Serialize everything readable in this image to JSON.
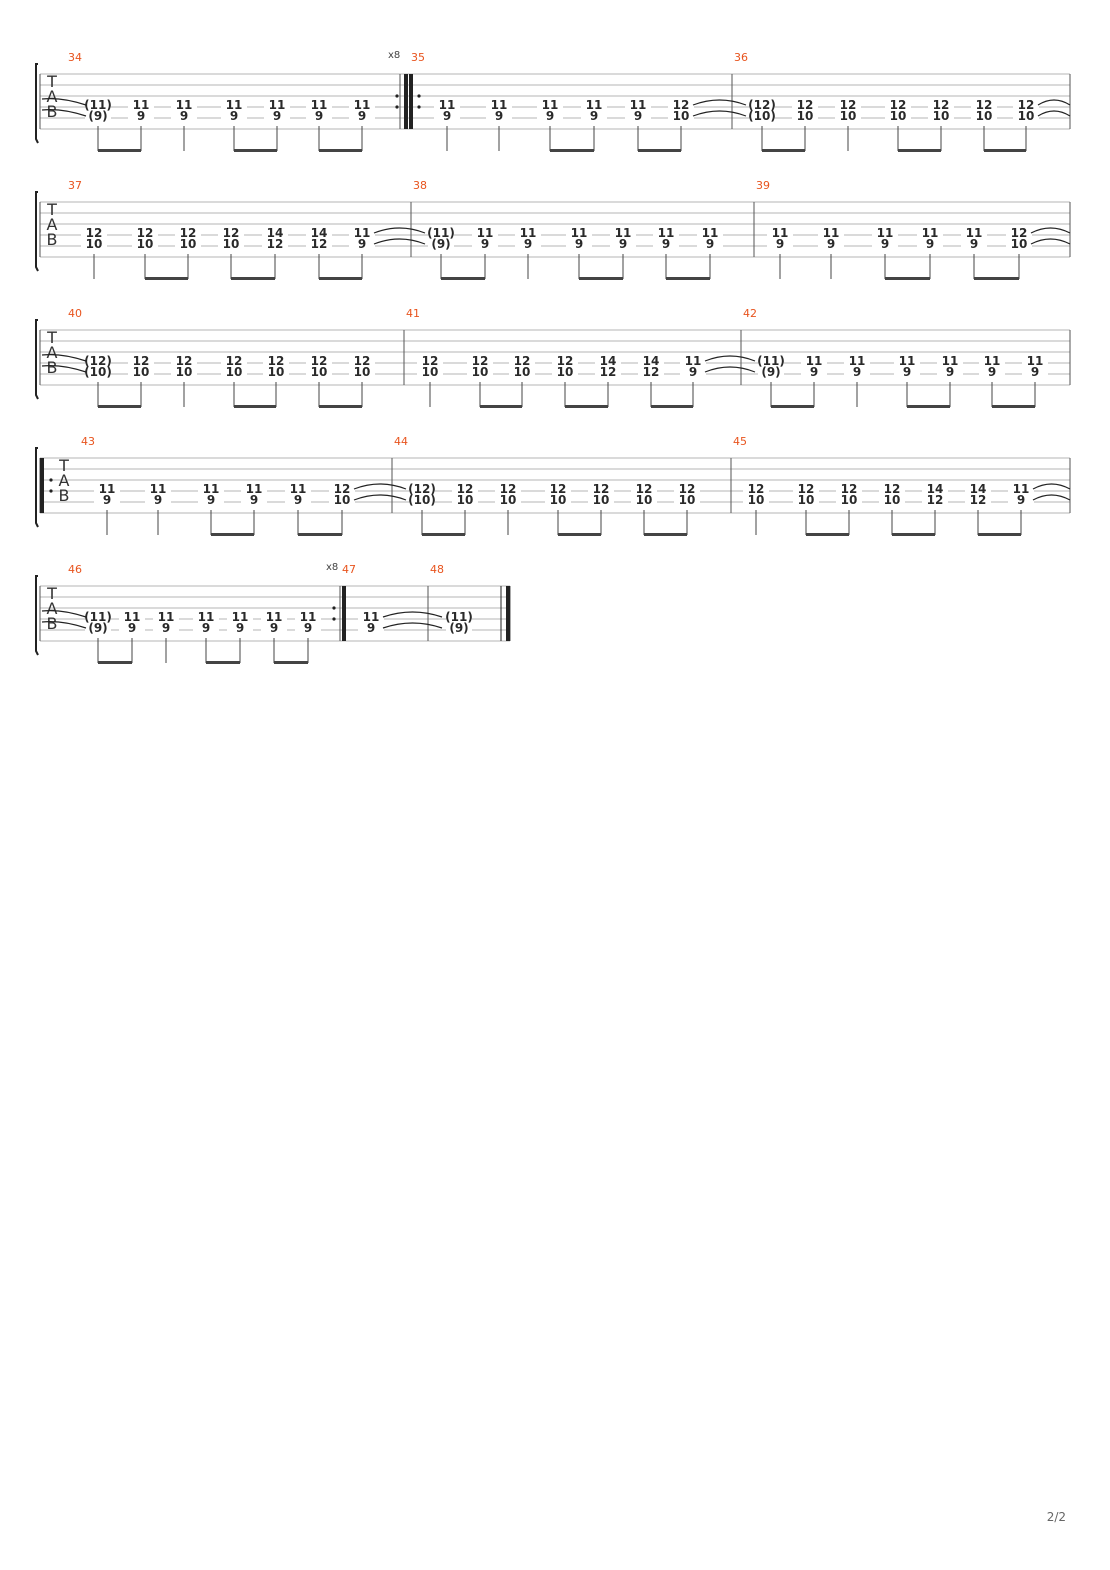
{
  "page_label": "2/2",
  "tab_letters": [
    "T",
    "A",
    "B"
  ],
  "systems": [
    {
      "measures": [
        {
          "number": "34",
          "repeat_count": "x8",
          "notes": [
            [
              "(11)",
              "(9)"
            ],
            [
              "11",
              "9"
            ],
            [
              "11",
              "9"
            ],
            [
              "11",
              "9"
            ],
            [
              "11",
              "9"
            ],
            [
              "11",
              "9"
            ],
            [
              "11",
              "9"
            ]
          ]
        },
        {
          "number": "35",
          "notes": [
            [
              "11",
              "9"
            ],
            [
              "11",
              "9"
            ],
            [
              "11",
              "9"
            ],
            [
              "11",
              "9"
            ],
            [
              "11",
              "9"
            ],
            [
              "12",
              "10"
            ]
          ]
        },
        {
          "number": "36",
          "notes": [
            [
              "(12)",
              "(10)"
            ],
            [
              "12",
              "10"
            ],
            [
              "12",
              "10"
            ],
            [
              "12",
              "10"
            ],
            [
              "12",
              "10"
            ],
            [
              "12",
              "10"
            ],
            [
              "12",
              "10"
            ]
          ]
        }
      ]
    },
    {
      "measures": [
        {
          "number": "37",
          "notes": [
            [
              "12",
              "10"
            ],
            [
              "12",
              "10"
            ],
            [
              "12",
              "10"
            ],
            [
              "12",
              "10"
            ],
            [
              "14",
              "12"
            ],
            [
              "14",
              "12"
            ],
            [
              "11",
              "9"
            ]
          ]
        },
        {
          "number": "38",
          "notes": [
            [
              "(11)",
              "(9)"
            ],
            [
              "11",
              "9"
            ],
            [
              "11",
              "9"
            ],
            [
              "11",
              "9"
            ],
            [
              "11",
              "9"
            ],
            [
              "11",
              "9"
            ],
            [
              "11",
              "9"
            ]
          ]
        },
        {
          "number": "39",
          "notes": [
            [
              "11",
              "9"
            ],
            [
              "11",
              "9"
            ],
            [
              "11",
              "9"
            ],
            [
              "11",
              "9"
            ],
            [
              "11",
              "9"
            ],
            [
              "12",
              "10"
            ]
          ]
        }
      ]
    },
    {
      "measures": [
        {
          "number": "40",
          "notes": [
            [
              "(12)",
              "(10)"
            ],
            [
              "12",
              "10"
            ],
            [
              "12",
              "10"
            ],
            [
              "12",
              "10"
            ],
            [
              "12",
              "10"
            ],
            [
              "12",
              "10"
            ],
            [
              "12",
              "10"
            ]
          ]
        },
        {
          "number": "41",
          "notes": [
            [
              "12",
              "10"
            ],
            [
              "12",
              "10"
            ],
            [
              "12",
              "10"
            ],
            [
              "12",
              "10"
            ],
            [
              "14",
              "12"
            ],
            [
              "14",
              "12"
            ],
            [
              "11",
              "9"
            ]
          ]
        },
        {
          "number": "42",
          "notes": [
            [
              "(11)",
              "(9)"
            ],
            [
              "11",
              "9"
            ],
            [
              "11",
              "9"
            ],
            [
              "11",
              "9"
            ],
            [
              "11",
              "9"
            ],
            [
              "11",
              "9"
            ],
            [
              "11",
              "9"
            ]
          ]
        }
      ]
    },
    {
      "measures": [
        {
          "number": "43",
          "notes": [
            [
              "11",
              "9"
            ],
            [
              "11",
              "9"
            ],
            [
              "11",
              "9"
            ],
            [
              "11",
              "9"
            ],
            [
              "11",
              "9"
            ],
            [
              "12",
              "10"
            ]
          ]
        },
        {
          "number": "44",
          "notes": [
            [
              "(12)",
              "(10)"
            ],
            [
              "12",
              "10"
            ],
            [
              "12",
              "10"
            ],
            [
              "12",
              "10"
            ],
            [
              "12",
              "10"
            ],
            [
              "12",
              "10"
            ],
            [
              "12",
              "10"
            ]
          ]
        },
        {
          "number": "45",
          "notes": [
            [
              "12",
              "10"
            ],
            [
              "12",
              "10"
            ],
            [
              "12",
              "10"
            ],
            [
              "12",
              "10"
            ],
            [
              "14",
              "12"
            ],
            [
              "14",
              "12"
            ],
            [
              "11",
              "9"
            ]
          ]
        }
      ]
    },
    {
      "measures": [
        {
          "number": "46",
          "repeat_count": "x8",
          "notes": [
            [
              "(11)",
              "(9)"
            ],
            [
              "11",
              "9"
            ],
            [
              "11",
              "9"
            ],
            [
              "11",
              "9"
            ],
            [
              "11",
              "9"
            ],
            [
              "11",
              "9"
            ],
            [
              "11",
              "9"
            ]
          ]
        },
        {
          "number": "47",
          "notes": [
            [
              "11",
              "9"
            ]
          ]
        },
        {
          "number": "48",
          "notes": [
            [
              "(11)",
              "(9)"
            ]
          ]
        }
      ]
    }
  ]
}
